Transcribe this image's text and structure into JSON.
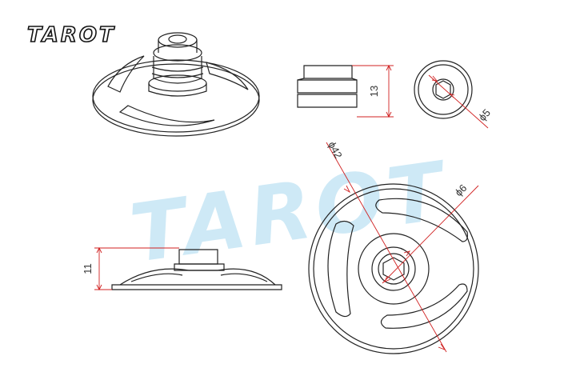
{
  "brand": {
    "logo_text": "TAROT",
    "watermark_text": "TAROT"
  },
  "dimensions": {
    "height_top_view": "13",
    "inner_bore": "ϕ5",
    "outer_diameter": "ϕ42",
    "hub_diameter": "ϕ6",
    "side_height": "11"
  },
  "colors": {
    "line": "#222222",
    "dimension": "#d02020",
    "watermark": "#bfe3f3",
    "logo_fill": "#ffffff",
    "logo_stroke": "#111111"
  }
}
